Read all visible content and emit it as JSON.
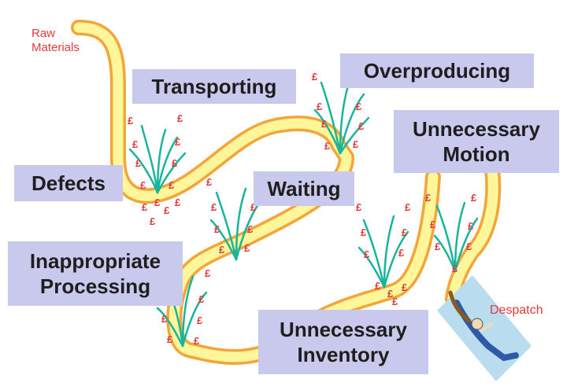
{
  "labels": {
    "start": [
      "Raw",
      "Materials"
    ],
    "end": "Despatch"
  },
  "wastes": {
    "transporting": [
      "Transporting"
    ],
    "overproducing": [
      "Overproducing"
    ],
    "unnecessary_motion": [
      "Unnecessary",
      "Motion"
    ],
    "defects": [
      "Defects"
    ],
    "waiting": [
      "Waiting"
    ],
    "inappropriate_processing": [
      "Inappropriate",
      "Processing"
    ],
    "unnecessary_inventory": [
      "Unnecessary",
      "Inventory"
    ]
  },
  "cost_symbol": "£",
  "colors": {
    "river_fill": "#fff59a",
    "river_edge": "#f3a53a",
    "weed": "#18b59a",
    "cost": "#e33a3a",
    "box": "#c9c9ee",
    "figure_panel": "#b9dcef"
  }
}
